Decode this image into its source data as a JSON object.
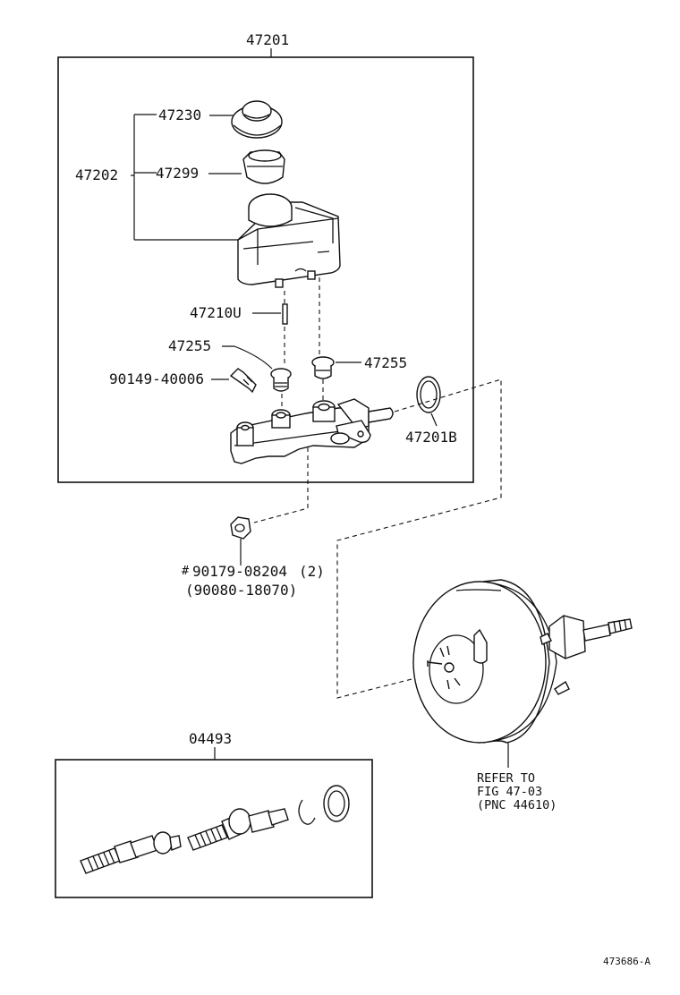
{
  "main_assembly": {
    "label": "47201"
  },
  "reservoir_group": {
    "label": "47202"
  },
  "cap": {
    "label": "47230"
  },
  "strainer": {
    "label": "47299"
  },
  "pin": {
    "label": "47210U"
  },
  "grommet_left": {
    "label": "47255"
  },
  "grommet_right": {
    "label": "47255"
  },
  "union_bolt": {
    "label": "90149-40006"
  },
  "o_ring": {
    "label": "47201B"
  },
  "nut": {
    "marker": "#",
    "part_no": "90179-08204",
    "qty": "(2)",
    "alt_part": "(90080-18070)"
  },
  "brake_booster": {
    "refer_line1": "REFER TO",
    "refer_line2": "FIG 47-03",
    "refer_line3": "(PNC 44610)"
  },
  "repair_kit": {
    "label": "04493"
  },
  "figure_id": "473686-A"
}
